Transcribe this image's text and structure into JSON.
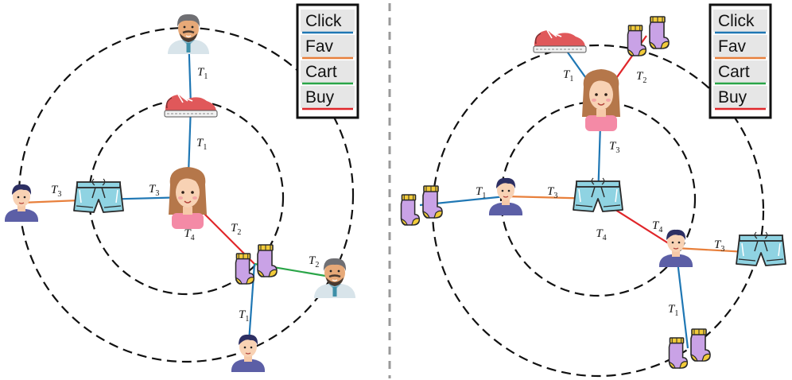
{
  "legend": {
    "items": [
      {
        "label": "Click",
        "color": "#1f77b4"
      },
      {
        "label": "Fav",
        "color": "#e8803c"
      },
      {
        "label": "Cart",
        "color": "#2aa548"
      },
      {
        "label": "Buy",
        "color": "#e0262a"
      }
    ]
  },
  "edge_label_prefix": "T",
  "left_graph": {
    "nodes": [
      {
        "id": "man_top",
        "type": "man_beard"
      },
      {
        "id": "shoe",
        "type": "shoe"
      },
      {
        "id": "woman",
        "type": "woman"
      },
      {
        "id": "shorts",
        "type": "shorts"
      },
      {
        "id": "boy_left",
        "type": "boy"
      },
      {
        "id": "socks",
        "type": "socks"
      },
      {
        "id": "man_right",
        "type": "man_beard"
      },
      {
        "id": "boy_bottom",
        "type": "boy"
      }
    ],
    "edges": [
      {
        "from": "man_top",
        "to": "shoe",
        "behavior": "Click",
        "time": "1"
      },
      {
        "from": "shoe",
        "to": "woman",
        "behavior": "Click",
        "time": "1"
      },
      {
        "from": "shorts",
        "to": "woman",
        "behavior": "Click",
        "time": "3"
      },
      {
        "from": "boy_left",
        "to": "shorts",
        "behavior": "Fav",
        "time": "3"
      },
      {
        "from": "woman",
        "to": "socks",
        "behavior": "Buy",
        "time": "2"
      },
      {
        "from": "socks",
        "to": "man_right",
        "behavior": "Cart",
        "time": "2"
      },
      {
        "from": "socks",
        "to": "boy_bottom",
        "behavior": "Click",
        "time": "1"
      }
    ],
    "node_label": "4"
  },
  "right_graph": {
    "nodes": [
      {
        "id": "shoe",
        "type": "shoe"
      },
      {
        "id": "socks_top",
        "type": "socks"
      },
      {
        "id": "woman",
        "type": "woman"
      },
      {
        "id": "shorts",
        "type": "shorts"
      },
      {
        "id": "boy_left",
        "type": "boy"
      },
      {
        "id": "socks_left",
        "type": "socks"
      },
      {
        "id": "boy_right",
        "type": "boy"
      },
      {
        "id": "shorts_right",
        "type": "shorts"
      },
      {
        "id": "socks_bottom",
        "type": "socks"
      }
    ],
    "edges": [
      {
        "from": "shoe",
        "to": "woman",
        "behavior": "Click",
        "time": "1"
      },
      {
        "from": "socks_top",
        "to": "woman",
        "behavior": "Buy",
        "time": "2"
      },
      {
        "from": "woman",
        "to": "shorts",
        "behavior": "Click",
        "time": "3"
      },
      {
        "from": "socks_left",
        "to": "boy_left",
        "behavior": "Click",
        "time": "1"
      },
      {
        "from": "boy_left",
        "to": "shorts",
        "behavior": "Fav",
        "time": "3"
      },
      {
        "from": "shorts",
        "to": "boy_right",
        "behavior": "Buy",
        "time": "4"
      },
      {
        "from": "boy_right",
        "to": "shorts_right",
        "behavior": "Fav",
        "time": "3"
      },
      {
        "from": "boy_right",
        "to": "socks_bottom",
        "behavior": "Click",
        "time": "1"
      }
    ],
    "node_label": "4"
  }
}
